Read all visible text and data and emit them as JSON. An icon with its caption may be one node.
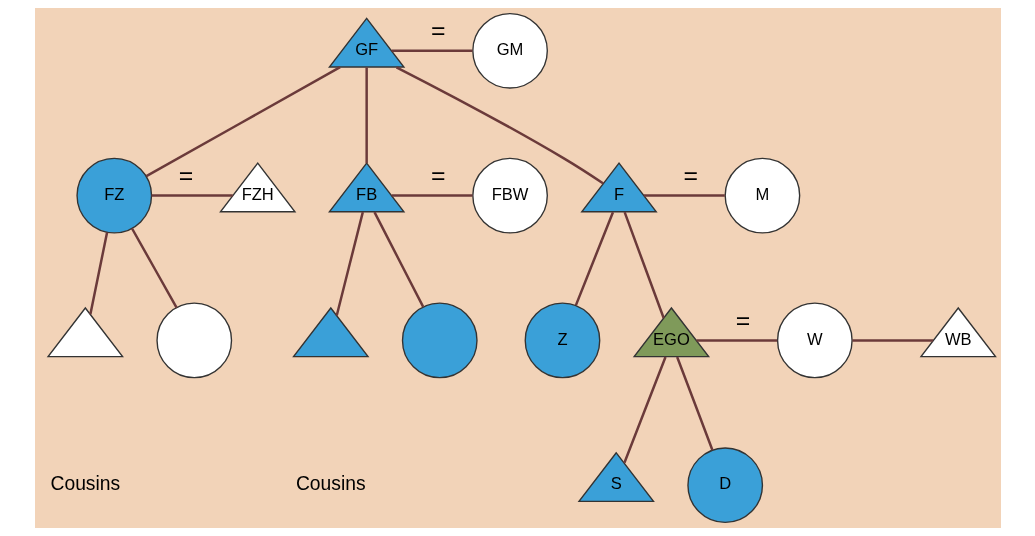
{
  "diagram": {
    "nodes": [
      {
        "text": [
          "GF"
        ]
      },
      {
        "text": [
          "GM"
        ]
      },
      {
        "text": [
          "FZ"
        ]
      },
      {
        "text": [
          "FZH"
        ]
      },
      {
        "text": [
          "FB"
        ]
      },
      {
        "text": [
          "FBW"
        ]
      },
      {
        "text": [
          "F"
        ]
      },
      {
        "text": [
          "M"
        ]
      },
      {
        "text": [],
        "shape": "triangle"
      },
      {
        "text": [],
        "shape": "circle"
      },
      {
        "text": [],
        "shape": "triangle"
      },
      {
        "text": [],
        "shape": "circle"
      },
      {
        "text": [
          "Z"
        ]
      },
      {
        "text": [
          "EGO"
        ]
      },
      {
        "text": [
          "W"
        ]
      },
      {
        "text": [
          "WB"
        ]
      },
      {
        "text": [
          "S"
        ]
      },
      {
        "text": [
          "D"
        ]
      }
    ],
    "edges": [
      {
        "from": 0,
        "to": 1,
        "arrow": "none",
        "label": "="
      },
      {
        "from": 0,
        "to": 2,
        "arrow": "none"
      },
      {
        "from": 0,
        "to": 4,
        "arrow": "none"
      },
      {
        "from": 0,
        "to": 6,
        "arrow": "none"
      },
      {
        "from": 2,
        "to": 3,
        "arrow": "none",
        "label": "="
      },
      {
        "from": 4,
        "to": 5,
        "arrow": "none",
        "label": "="
      },
      {
        "from": 6,
        "to": 7,
        "arrow": "none",
        "label": "="
      },
      {
        "from": 2,
        "to": 8,
        "arrow": "none"
      },
      {
        "from": 2,
        "to": 9,
        "arrow": "none"
      },
      {
        "from": 4,
        "to": 10,
        "arrow": "none"
      },
      {
        "from": 4,
        "to": 11,
        "arrow": "none"
      },
      {
        "from": 6,
        "to": 12,
        "arrow": "none"
      },
      {
        "from": 6,
        "to": 13,
        "arrow": "none"
      },
      {
        "from": 13,
        "to": 14,
        "arrow": "none",
        "label": "="
      },
      {
        "from": 14,
        "to": 15,
        "arrow": "none"
      },
      {
        "from": 13,
        "to": 16,
        "arrow": "none"
      },
      {
        "from": 13,
        "to": 17,
        "arrow": "none"
      }
    ],
    "labels": [
      "Cousins",
      "Cousins"
    ]
  }
}
